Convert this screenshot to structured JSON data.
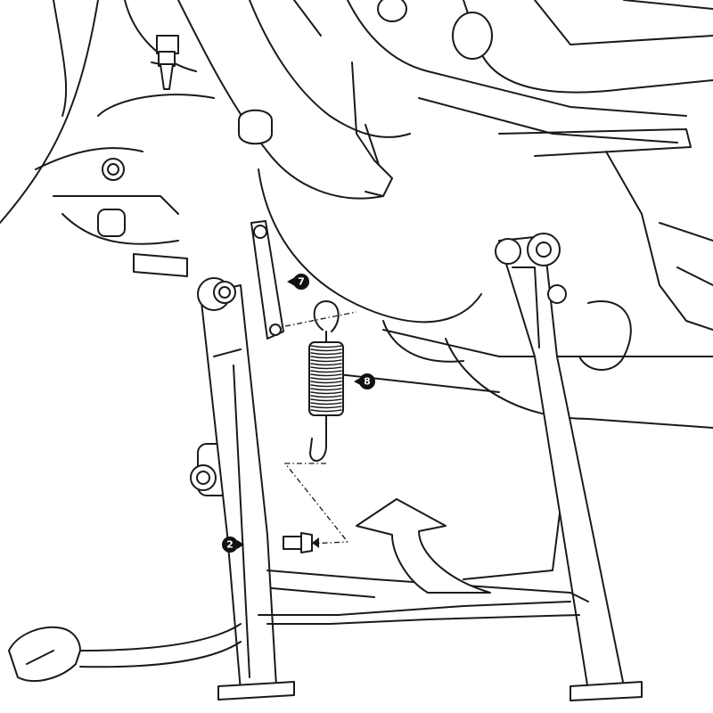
{
  "figure": {
    "callouts": [
      {
        "id": "spring-anchor-plate",
        "label": "7"
      },
      {
        "id": "return-spring",
        "label": "8"
      },
      {
        "id": "spring-pin",
        "label": "2"
      }
    ],
    "colors": {
      "ink": "#1a1a1a",
      "paper": "#ffffff",
      "badge": "#111111"
    },
    "icons": [
      "motion-arrow-icon",
      "callout-pointer-icon"
    ]
  }
}
